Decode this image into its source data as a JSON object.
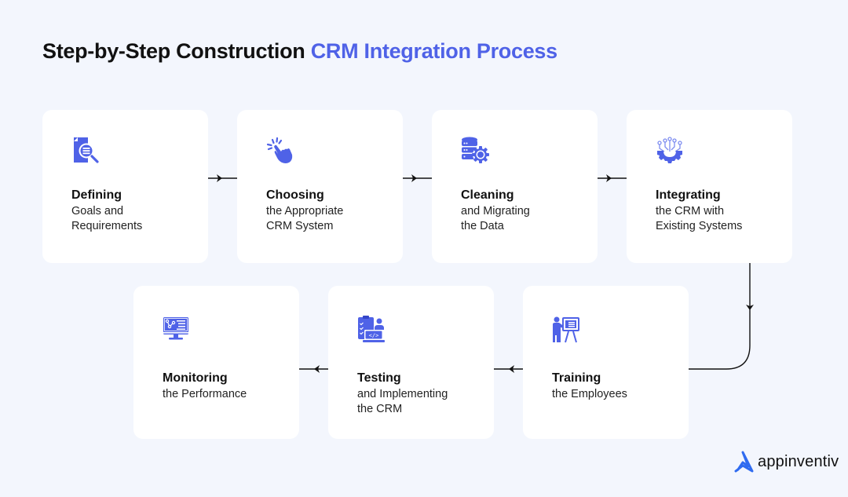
{
  "title": {
    "part1": "Step-by-Step Construction",
    "part2": "CRM Integration Process"
  },
  "colors": {
    "accent": "#4f62e7",
    "background": "#f3f6fd",
    "card": "#ffffff",
    "text": "#111111",
    "logo_blue": "#2f6bf0"
  },
  "steps": [
    {
      "heading": "Defining",
      "line1": "Goals and",
      "line2": "Requirements",
      "icon": "document-search-icon"
    },
    {
      "heading": "Choosing",
      "line1": "the Appropriate",
      "line2": "CRM System",
      "icon": "tap-hand-icon"
    },
    {
      "heading": "Cleaning",
      "line1": "and Migrating",
      "line2": "the Data",
      "icon": "database-gear-icon"
    },
    {
      "heading": "Integrating",
      "line1": "the CRM with",
      "line2": "Existing Systems",
      "icon": "gear-circuit-icon"
    },
    {
      "heading": "Training",
      "line1": "the Employees",
      "line2": "",
      "icon": "presenter-board-icon"
    },
    {
      "heading": "Testing",
      "line1": "and Implementing",
      "line2": "the CRM",
      "icon": "checklist-code-icon"
    },
    {
      "heading": "Monitoring",
      "line1": "the Performance",
      "line2": "",
      "icon": "monitor-analytics-icon"
    }
  ],
  "logo": {
    "text": "appinventiv"
  }
}
